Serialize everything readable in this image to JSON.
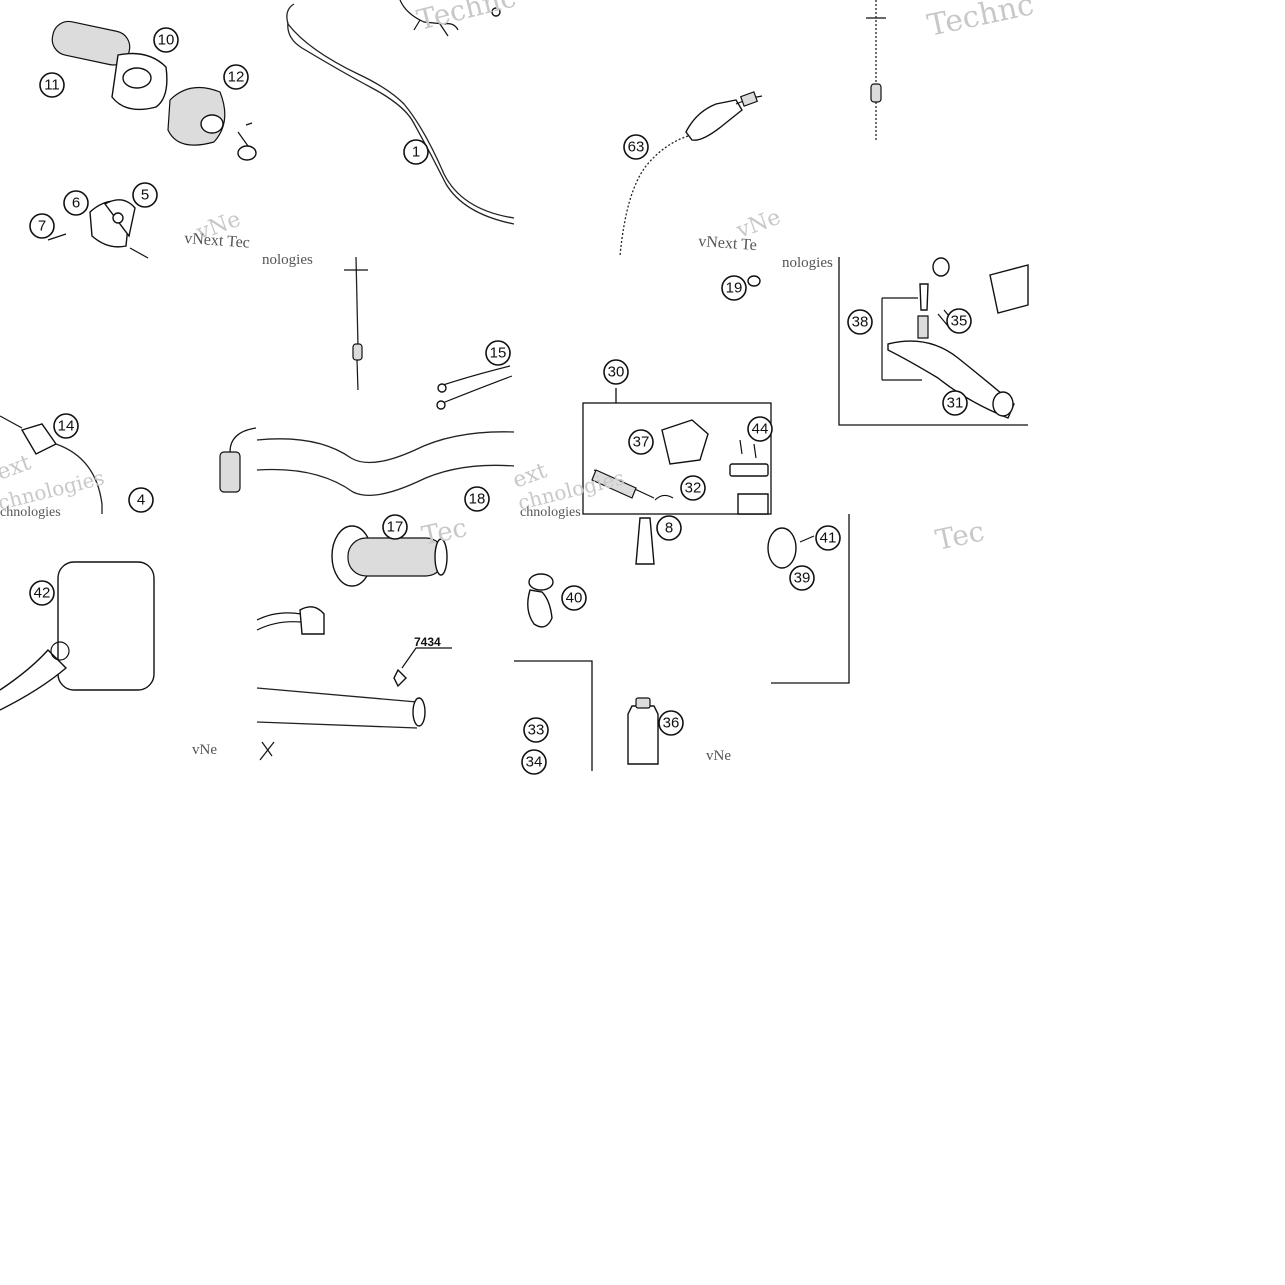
{
  "watermark": {
    "brand": "vNext Technologies",
    "fragment_techno": "Technc",
    "fragment_tec": "Tec",
    "fragment_next": "vNe",
    "fragment_ext": "ext",
    "fragment_chnologies": "chnologies",
    "fragment_nologies": "nologies",
    "fragment_vnext_tec": "vNext Tec",
    "fragment_vnext_te": "vNext Te"
  },
  "part_code": "7434",
  "callouts": [
    "1",
    "10",
    "11",
    "12",
    "5",
    "6",
    "7",
    "63",
    "19",
    "38",
    "35",
    "31",
    "15",
    "30",
    "37",
    "44",
    "14",
    "4",
    "18",
    "32",
    "8",
    "17",
    "41",
    "39",
    "42",
    "40",
    "33",
    "34",
    "36"
  ]
}
